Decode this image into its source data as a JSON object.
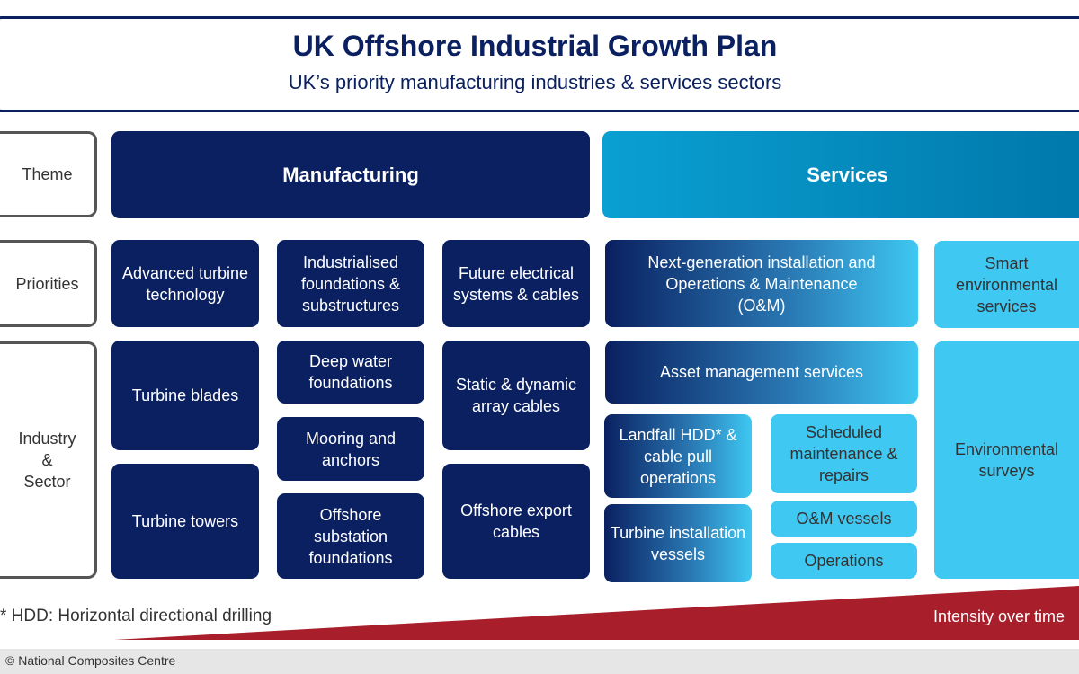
{
  "header": {
    "title": "UK Offshore Industrial Growth Plan",
    "subtitle": "UK’s priority manufacturing industries & services sectors"
  },
  "row_labels": {
    "theme": "Theme",
    "priorities": "Priorities",
    "industry": "Industry\n&\nSector"
  },
  "themes": {
    "manufacturing": "Manufacturing",
    "services": "Services"
  },
  "priorities": [
    "Advanced turbine technology",
    "Industrialised foundations & substructures",
    "Future electrical systems & cables",
    "Next-generation installation and Operations & Maintenance (O&M)",
    "Smart environmental services"
  ],
  "industries": {
    "turbine_blades": "Turbine blades",
    "turbine_towers": "Turbine towers",
    "deep_water": "Deep water foundations",
    "mooring": "Mooring and anchors",
    "substation": "Offshore substation foundations",
    "array_cables": "Static & dynamic array cables",
    "export_cables": "Offshore export cables",
    "asset": "Asset management services",
    "landfall": "Landfall HDD* & cable pull operations",
    "turbine_install": "Turbine installation vessels",
    "scheduled": "Scheduled maintenance & repairs",
    "om_vessels": "O&M vessels",
    "operations": "Operations",
    "environmental": "Environmental surveys"
  },
  "footnote": "* HDD: Horizontal directional drilling",
  "intensity_label": "Intensity over time",
  "copyright": "© National Composites Centre",
  "colors": {
    "navy": "#0a2060",
    "cyan": "#3ec8f2",
    "red": "#a81e2b"
  }
}
